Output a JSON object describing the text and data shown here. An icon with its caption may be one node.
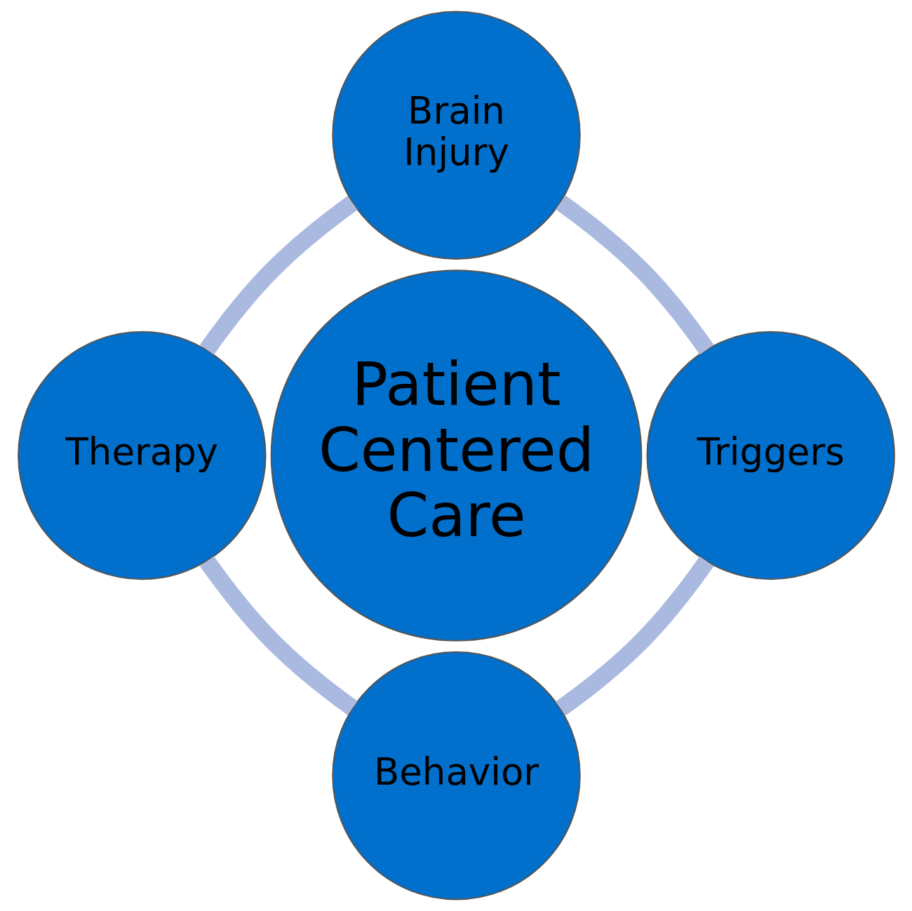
{
  "diagram": {
    "nodes": [
      {
        "text": [
          "Brain Injury"
        ]
      },
      {
        "text": [
          "Therapy"
        ]
      },
      {
        "text": [
          "Patient Centered Care"
        ]
      },
      {
        "text": [
          "Triggers"
        ]
      },
      {
        "text": [
          "Behavior"
        ]
      }
    ],
    "edges": [
      {
        "from": 0,
        "to": 3,
        "arrow": "none",
        "color": "#aab9e0"
      },
      {
        "from": 3,
        "to": 4,
        "arrow": "none",
        "color": "#aab9e0"
      },
      {
        "from": 4,
        "to": 1,
        "arrow": "none",
        "color": "#aab9e0"
      },
      {
        "from": 1,
        "to": 0,
        "arrow": "none",
        "color": "#aab9e0"
      }
    ]
  }
}
